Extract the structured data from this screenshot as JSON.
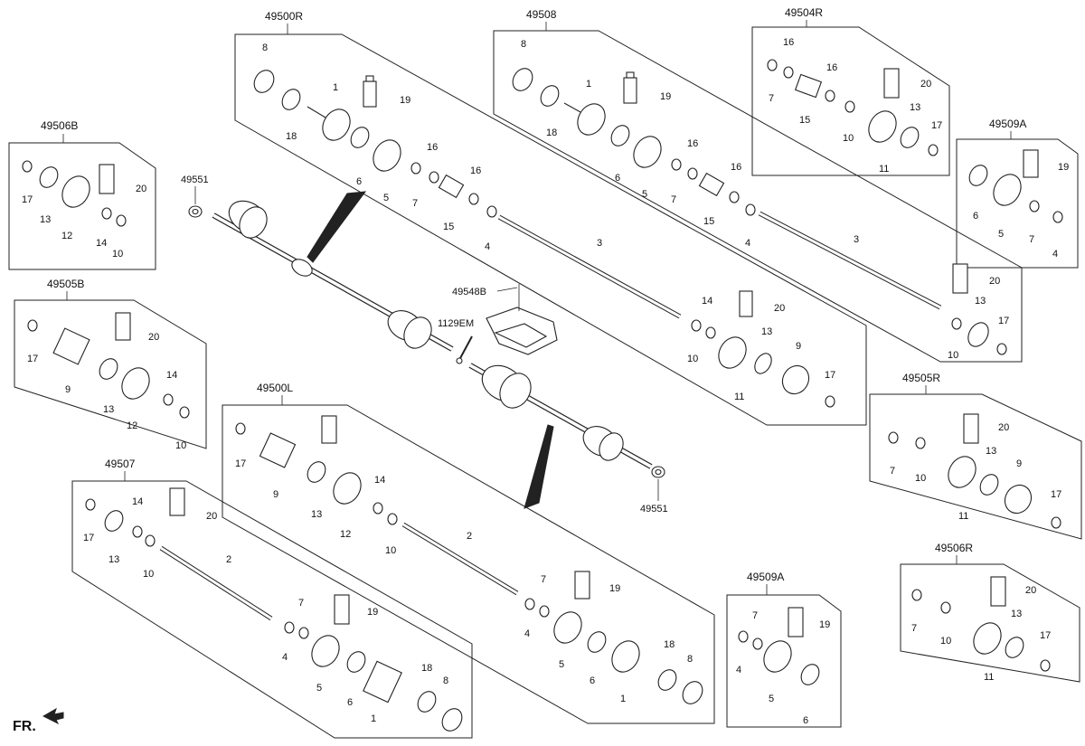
{
  "diagram": {
    "groups": [
      {
        "key": "g49500R",
        "code": "49500R",
        "callouts": [
          "8",
          "18",
          "1",
          "19",
          "6",
          "5",
          "7",
          "16",
          "16",
          "15",
          "4",
          "3",
          "20",
          "14",
          "13",
          "9",
          "17",
          "10",
          "11"
        ]
      },
      {
        "key": "g49508",
        "code": "49508",
        "callouts": [
          "8",
          "18",
          "1",
          "19",
          "6",
          "5",
          "7",
          "16",
          "16",
          "15",
          "4",
          "3",
          "20",
          "13",
          "17",
          "10"
        ]
      },
      {
        "key": "g49504R",
        "code": "49504R",
        "callouts": [
          "16",
          "16",
          "7",
          "15",
          "10",
          "20",
          "13",
          "17",
          "11"
        ]
      },
      {
        "key": "g49506B",
        "code": "49506B",
        "callouts": [
          "17",
          "13",
          "12",
          "20",
          "14",
          "10"
        ]
      },
      {
        "key": "g49509A_top",
        "code": "49509A",
        "callouts": [
          "19",
          "6",
          "5",
          "7",
          "4"
        ]
      },
      {
        "key": "g49505B",
        "code": "49505B",
        "callouts": [
          "17",
          "9",
          "20",
          "13",
          "12",
          "14",
          "10"
        ]
      },
      {
        "key": "g49500L",
        "code": "49500L",
        "callouts": [
          "17",
          "9",
          "13",
          "12",
          "14",
          "10",
          "2",
          "7",
          "19",
          "4",
          "5",
          "6",
          "1",
          "18",
          "8"
        ]
      },
      {
        "key": "g49507",
        "code": "49507",
        "callouts": [
          "17",
          "13",
          "14",
          "20",
          "10",
          "2",
          "7",
          "19",
          "4",
          "5",
          "6",
          "1",
          "18",
          "8"
        ]
      },
      {
        "key": "g49505R",
        "code": "49505R",
        "callouts": [
          "7",
          "10",
          "20",
          "13",
          "9",
          "11",
          "17"
        ]
      },
      {
        "key": "g49509A_bottom",
        "code": "49509A",
        "callouts": [
          "7",
          "19",
          "4",
          "5",
          "6"
        ]
      },
      {
        "key": "g49506R",
        "code": "49506R",
        "callouts": [
          "7",
          "10",
          "20",
          "13",
          "17",
          "11"
        ]
      }
    ],
    "standalone": {
      "nut_top": "49551",
      "nut_bottom": "49551",
      "bracket": "49548B",
      "bolt": "1129EM"
    },
    "direction_label": "FR."
  }
}
